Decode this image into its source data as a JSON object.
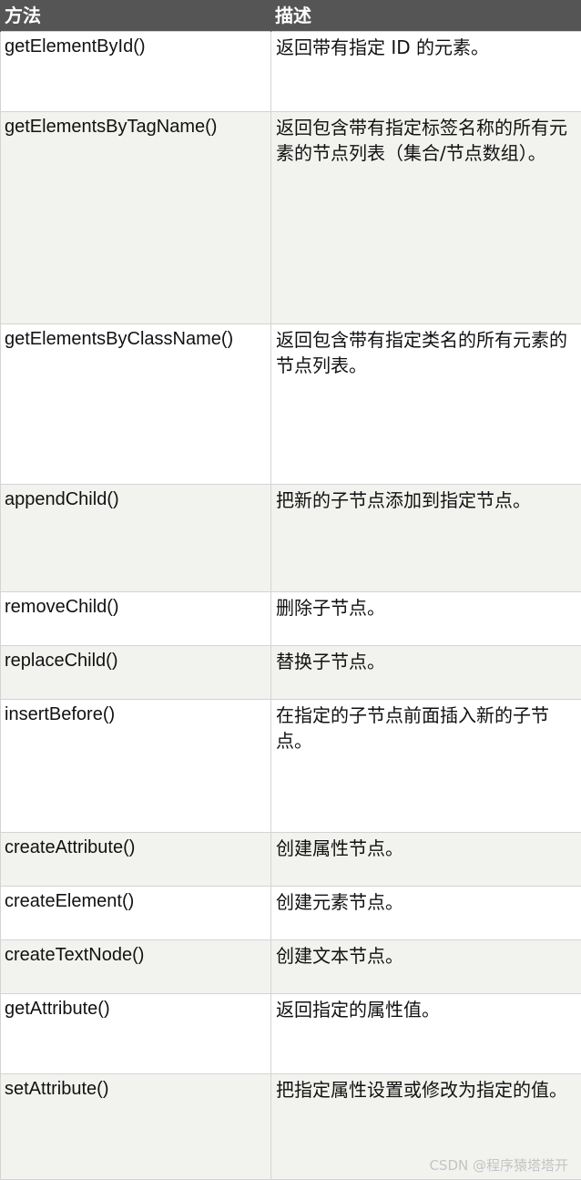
{
  "header": {
    "method": "方法",
    "description": "描述"
  },
  "rows": [
    {
      "method": "getElementById()",
      "description": "返回带有指定 ID 的元素。"
    },
    {
      "method": "getElementsByTagName()",
      "description": "返回包含带有指定标签名称的所有元素的节点列表（集合/节点数组）。"
    },
    {
      "method": "getElementsByClassName()",
      "description": "返回包含带有指定类名的所有元素的节点列表。"
    },
    {
      "method": "appendChild()",
      "description": "把新的子节点添加到指定节点。"
    },
    {
      "method": "removeChild()",
      "description": "删除子节点。"
    },
    {
      "method": "replaceChild()",
      "description": "替换子节点。"
    },
    {
      "method": "insertBefore()",
      "description": "在指定的子节点前面插入新的子节点。"
    },
    {
      "method": "createAttribute()",
      "description": "创建属性节点。"
    },
    {
      "method": "createElement()",
      "description": "创建元素节点。"
    },
    {
      "method": "createTextNode()",
      "description": "创建文本节点。"
    },
    {
      "method": "getAttribute()",
      "description": "返回指定的属性值。"
    },
    {
      "method": "setAttribute()",
      "description": "把指定属性设置或修改为指定的值。"
    }
  ],
  "watermark": "CSDN @程序猿塔塔开",
  "colors": {
    "header_bg": "#555555",
    "header_text": "#ffffff",
    "row_alt_bg": "#f2f2ef",
    "border": "#d4d4d4"
  }
}
